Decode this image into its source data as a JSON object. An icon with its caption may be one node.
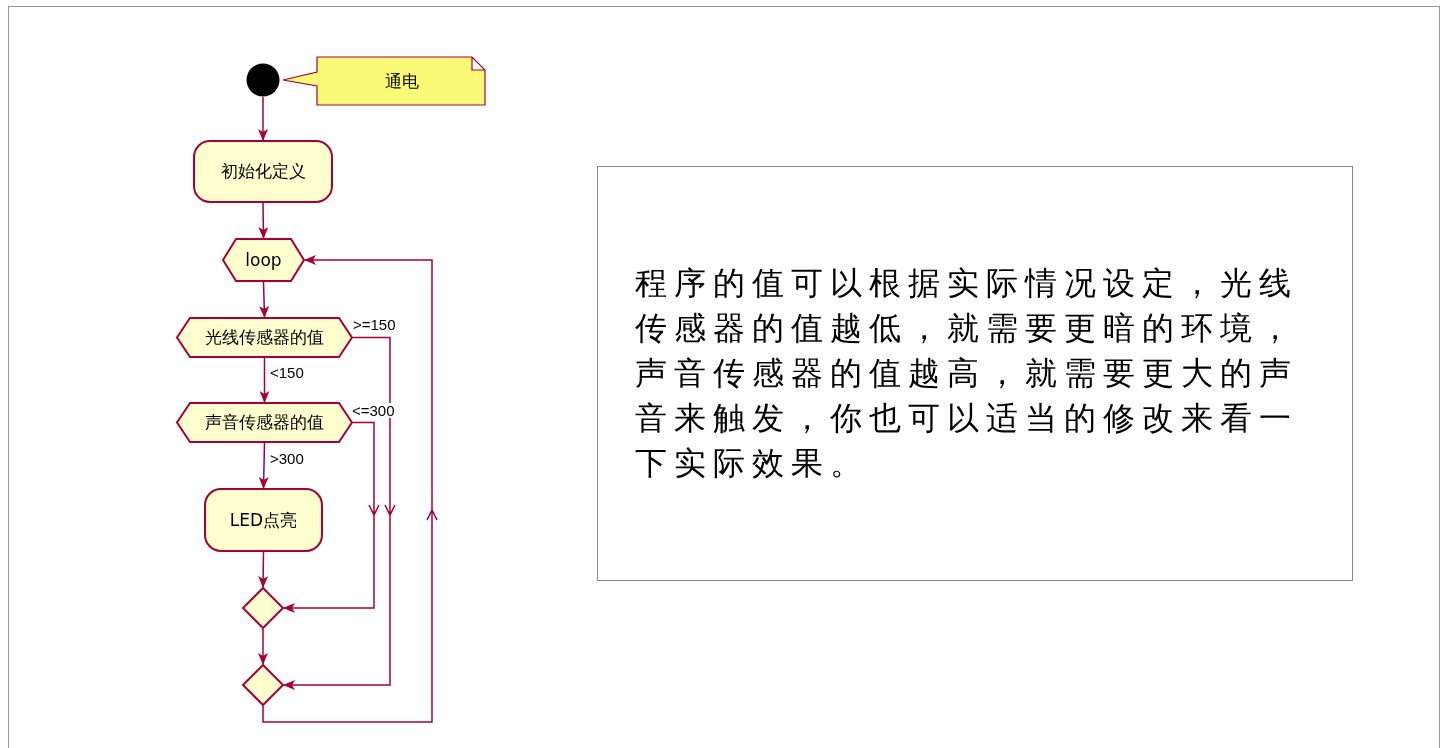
{
  "diagram": {
    "nodes": [
      {
        "text": [],
        "shape": "circle"
      },
      {
        "text": [
          "通电"
        ]
      },
      {
        "text": [
          "初始化定义"
        ]
      },
      {
        "text": [
          "loop"
        ]
      },
      {
        "text": [
          "光线传感器的值"
        ]
      },
      {
        "text": [
          "声音传感器的值"
        ]
      },
      {
        "text": [
          "LED点亮"
        ]
      },
      {
        "text": [],
        "shape": "diamond"
      },
      {
        "text": [],
        "shape": "diamond"
      },
      {
        "text": [
          "程序的值可以根据实际情况设定，光线传感器的值越低，就需要更暗的环境，声音传感器的值越高，就需要更大的声音来触发，你也可以适当的修改来看一下实际效果。"
        ]
      }
    ],
    "edges": [
      {
        "from": 0,
        "to": 2,
        "arrow": "to"
      },
      {
        "from": 2,
        "to": 3,
        "arrow": "to"
      },
      {
        "from": 3,
        "to": 4,
        "arrow": "to"
      },
      {
        "from": 4,
        "to": 5,
        "arrow": "to",
        "label": "<150"
      },
      {
        "from": 5,
        "to": 6,
        "arrow": "to",
        "label": ">300"
      },
      {
        "from": 6,
        "to": 7,
        "arrow": "to"
      },
      {
        "from": 5,
        "to": 7,
        "arrow": "to",
        "label": "<=300"
      },
      {
        "from": 7,
        "to": 8,
        "arrow": "to"
      },
      {
        "from": 4,
        "to": 8,
        "arrow": "to",
        "label": ">=150"
      },
      {
        "from": 8,
        "to": 3,
        "arrow": "to"
      }
    ]
  }
}
